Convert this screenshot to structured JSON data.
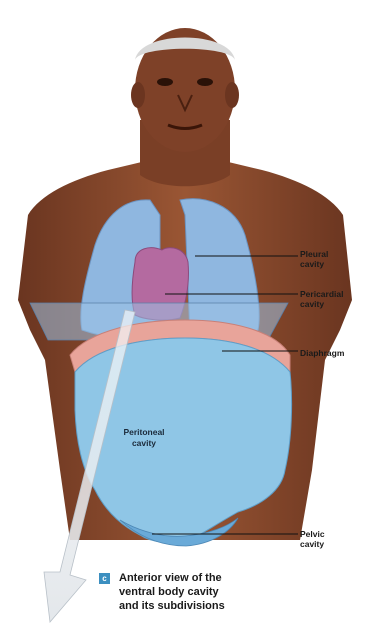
{
  "labels": {
    "pleural": "Pleural\ncavity",
    "pericardial": "Pericardial\ncavity",
    "diaphragm": "Diaphragm",
    "pelvic": "Pelvic\ncavity",
    "peritoneal": "Peritoneal\ncavity"
  },
  "caption": {
    "badge": "c",
    "text": "Anterior view of the\nventral body cavity\nand its subdivisions"
  },
  "colors": {
    "skin": "#8a4a2e",
    "lung": "#8fb7e0",
    "pericardium": "#b46aa0",
    "diaphragm": "#e8a49a",
    "peritoneal": "#8fc6e6"
  }
}
